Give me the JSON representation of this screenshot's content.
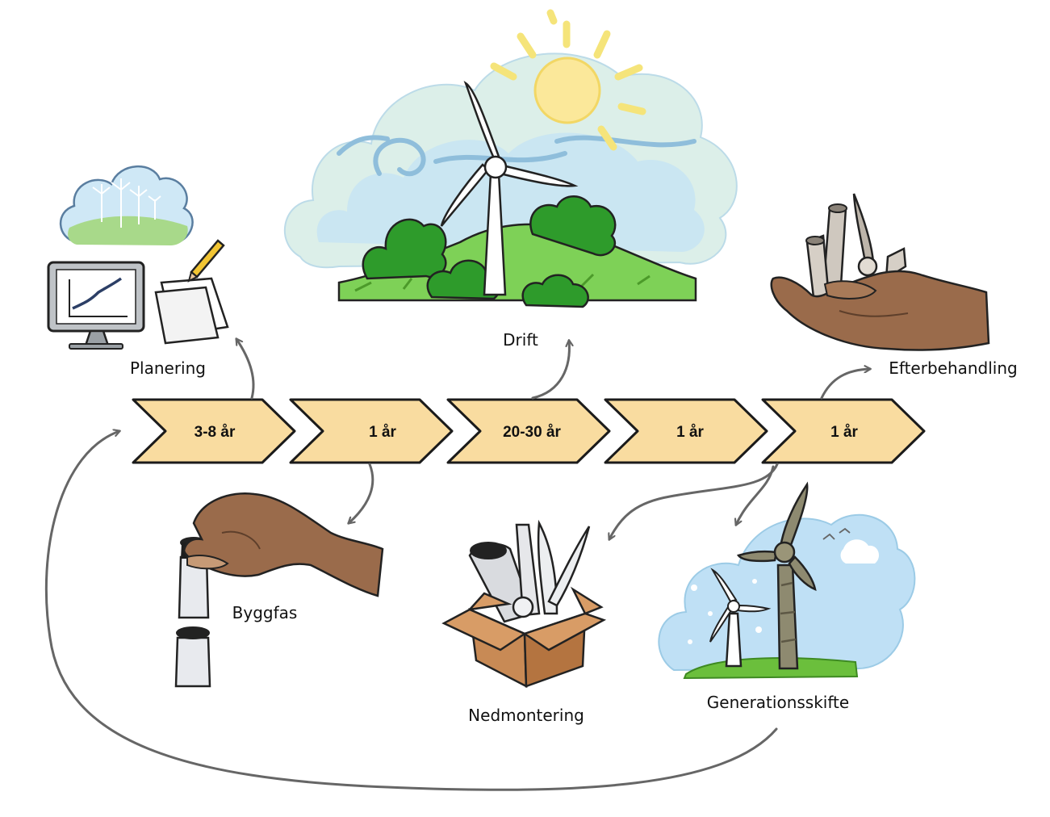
{
  "stages": [
    {
      "duration": "3-8 år"
    },
    {
      "duration": "1 år"
    },
    {
      "duration": "20-30 år"
    },
    {
      "duration": "1 år"
    },
    {
      "duration": "1 år"
    }
  ],
  "phases": {
    "planering": "Planering",
    "drift": "Drift",
    "efterbehandling": "Efterbehandling",
    "byggfas": "Byggfas",
    "nedmontering": "Nedmontering",
    "generationsskifte": "Generationsskifte"
  },
  "colors": {
    "chevron_fill": "#f9dca0",
    "chevron_stroke": "#1b1b1b",
    "arrow": "#666666",
    "sky": "#cfe8f6",
    "grass": "#6bbf3c",
    "sun": "#fbe89a",
    "skin": "#9a6b4b"
  },
  "icons": {
    "planering": "monitor-chart-and-documents-icon",
    "drift": "wind-turbine-on-hill-icon",
    "efterbehandling": "hand-holding-turbine-parts-icon",
    "byggfas": "hand-stacking-tower-icon",
    "nedmontering": "box-of-turbine-parts-icon",
    "generationsskifte": "new-and-old-turbine-icon"
  }
}
